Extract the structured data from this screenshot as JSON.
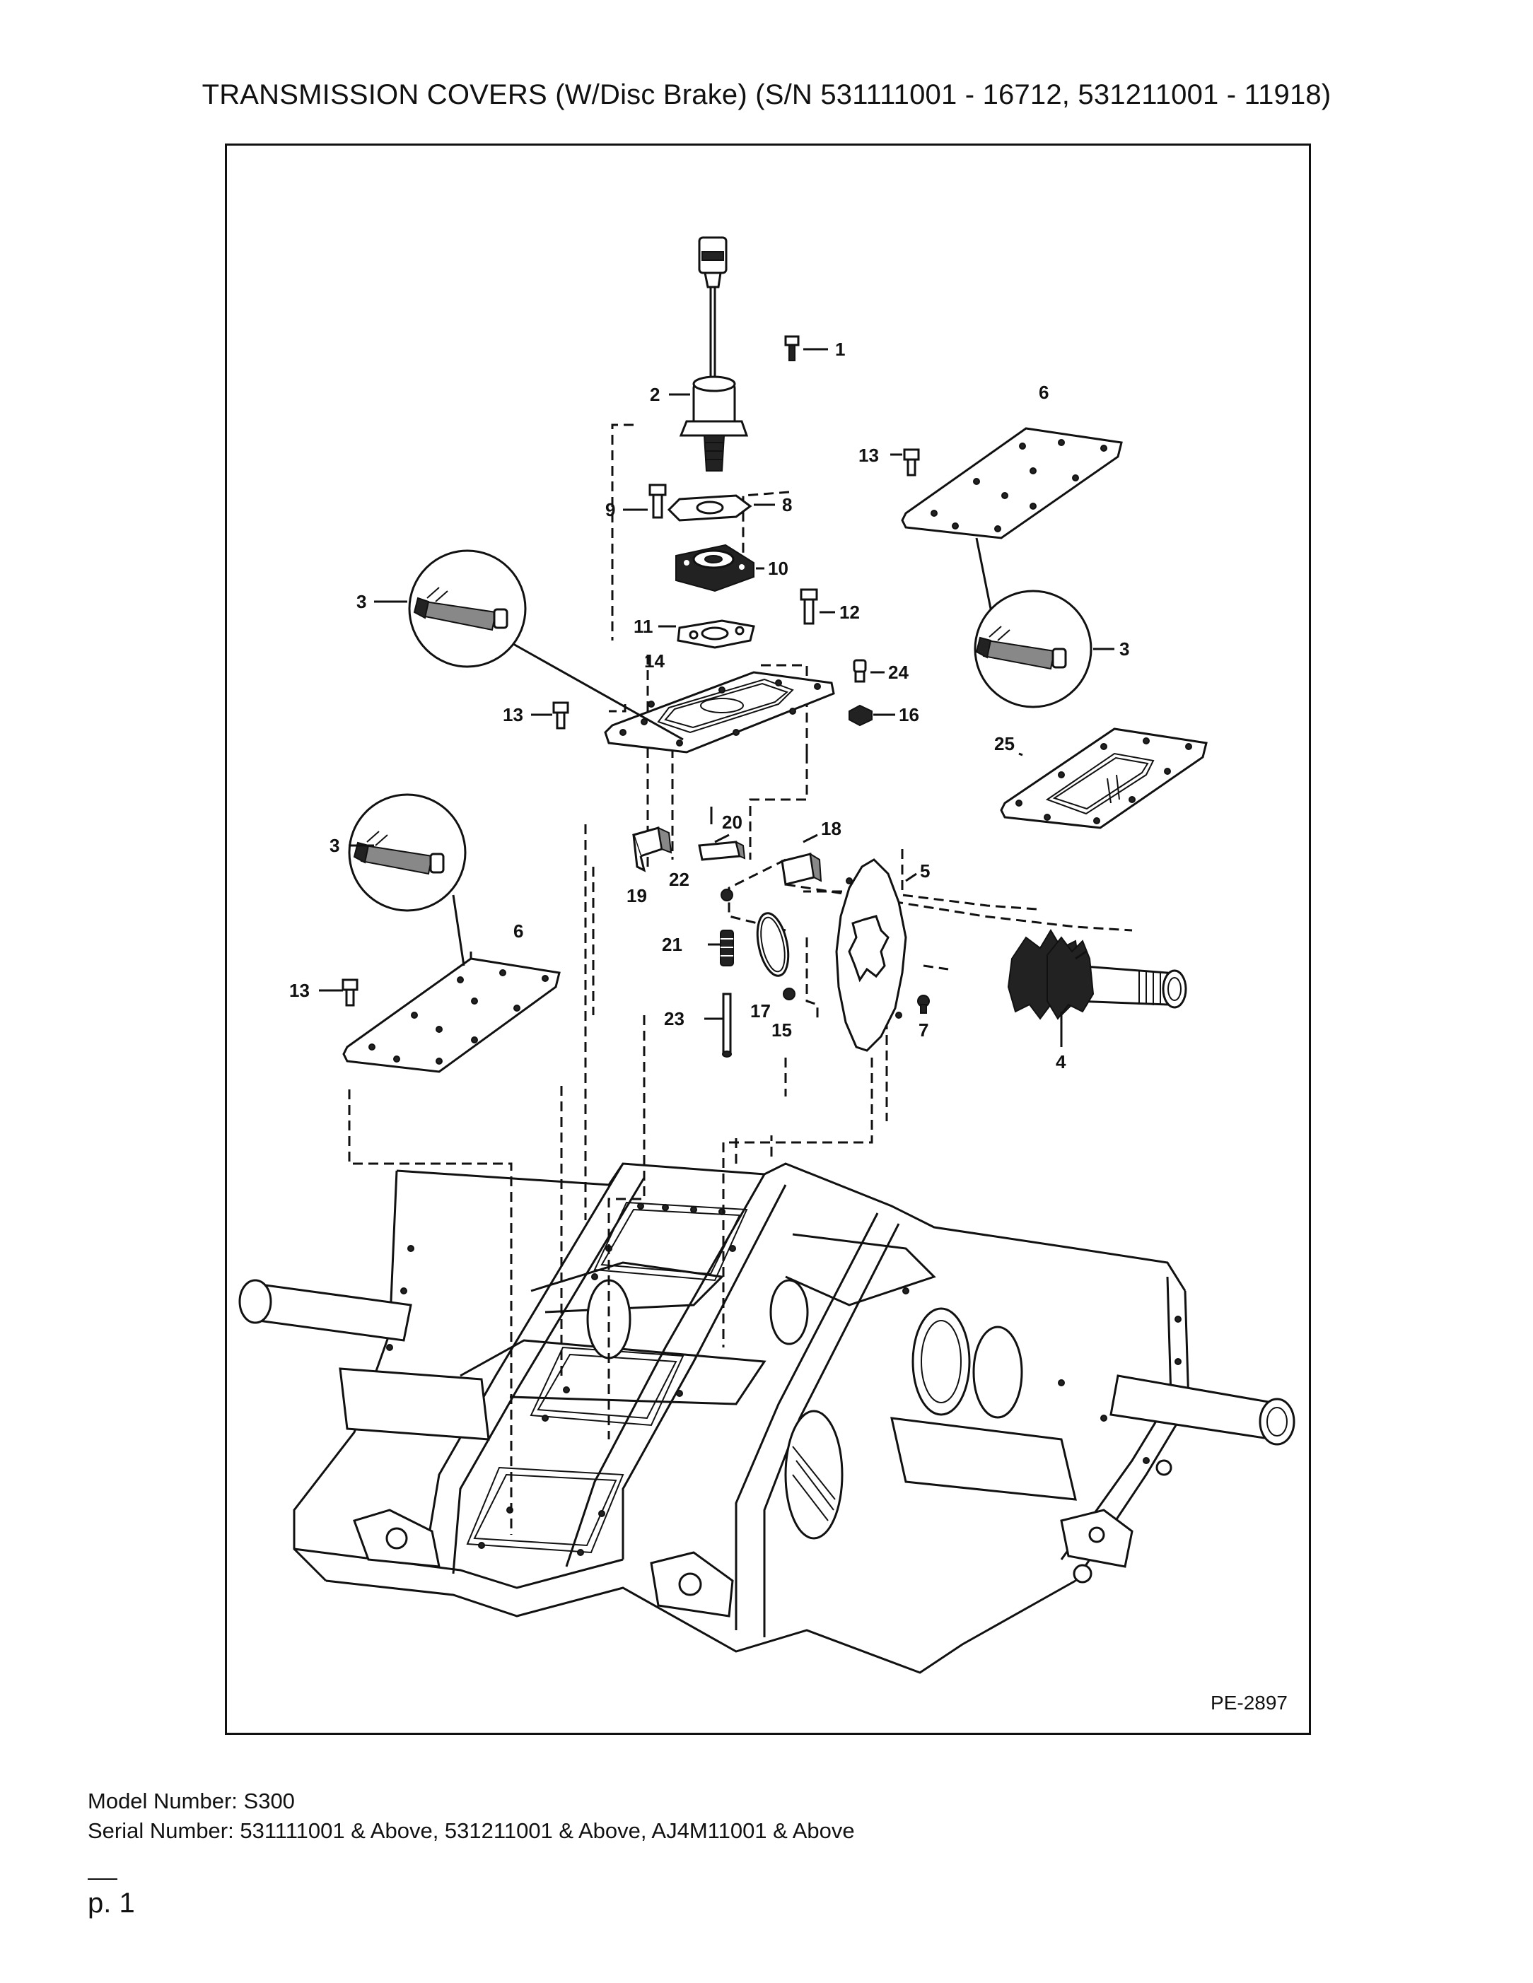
{
  "title": "TRANSMISSION COVERS (W/Disc Brake) (S/N 531111001 - 16712, 531211001 - 11918)",
  "figure_code": "PE-2897",
  "callouts": [
    "1",
    "2",
    "6",
    "13",
    "9",
    "8",
    "10",
    "3",
    "11",
    "12",
    "14",
    "24",
    "13",
    "16",
    "3",
    "25",
    "3",
    "20",
    "18",
    "5",
    "22",
    "19",
    "21",
    "6",
    "17",
    "15",
    "13",
    "23",
    "7",
    "4"
  ],
  "model_line": "Model Number: S300",
  "serial_line": "Serial Number: 531111001 & Above, 531211001 & Above, AJ4M11001 & Above",
  "page": "p. 1"
}
